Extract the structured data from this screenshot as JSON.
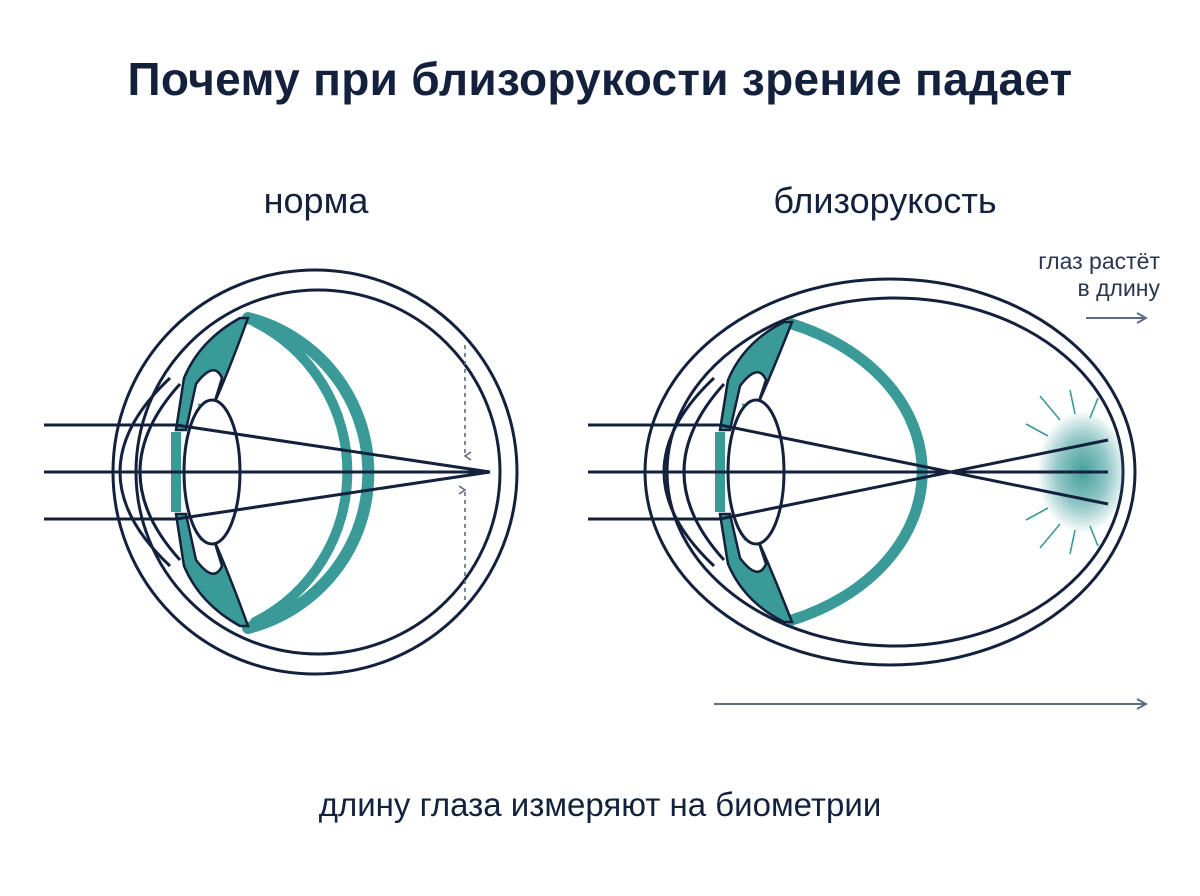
{
  "title": "Почему при близорукости зрение падает",
  "labels": {
    "normal": "норма",
    "myopia": "близорукость"
  },
  "growth_note": {
    "line1": "глаз растёт",
    "line2": "в длину"
  },
  "footer": "длину глаза измеряют на биометрии",
  "colors": {
    "outline": "#14213d",
    "teal": "#3a9a98",
    "arrow": "#5f6b80",
    "background": "#ffffff"
  },
  "icons": {
    "growth_arrow": "arrow-right-icon",
    "length_arrow": "arrow-right-icon"
  }
}
